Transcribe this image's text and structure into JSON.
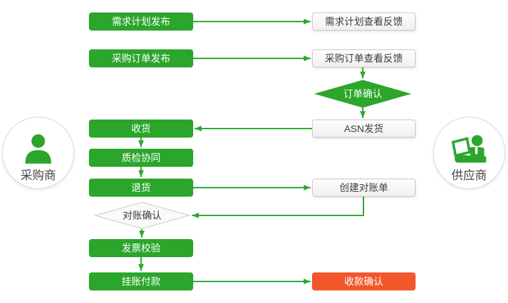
{
  "palette": {
    "green": "#2BA62B",
    "line_green": "#2FA82F",
    "orange": "#F2572C",
    "box_fill": "#F4F4F4",
    "box_border": "#C8C8C8",
    "text_dark": "#3C3C3C",
    "text_light": "#FFFFFF"
  },
  "actors": {
    "buyer": {
      "label": "采购商",
      "icon": "buyer-person-icon"
    },
    "supplier": {
      "label": "供应商",
      "icon": "supplier-person-laptop-icon"
    }
  },
  "nodes": {
    "demand_publish": {
      "label": "需求计划发布",
      "style": "green"
    },
    "demand_feedback": {
      "label": "需求计划查看反馈",
      "style": "white"
    },
    "po_publish": {
      "label": "采购订单发布",
      "style": "green"
    },
    "po_feedback": {
      "label": "采购订单查看反馈",
      "style": "white"
    },
    "order_confirm": {
      "label": "订单确认",
      "style": "green-diamond"
    },
    "receive_goods": {
      "label": "收货",
      "style": "green"
    },
    "asn_ship": {
      "label": "ASN发货",
      "style": "white"
    },
    "quality_collab": {
      "label": "质检协同",
      "style": "green"
    },
    "return_goods": {
      "label": "退货",
      "style": "green"
    },
    "create_statement": {
      "label": "创建对账单",
      "style": "white"
    },
    "statement_confirm": {
      "label": "对账确认",
      "style": "white-diamond"
    },
    "invoice_check": {
      "label": "发票校验",
      "style": "green"
    },
    "payment": {
      "label": "挂账付款",
      "style": "green"
    },
    "receipt_confirm": {
      "label": "收款确认",
      "style": "orange"
    }
  },
  "flow": [
    "需求计划发布 → 需求计划查看反馈",
    "采购订单发布 → 采购订单查看反馈",
    "采购订单查看反馈 → 订单确认",
    "订单确认 → ASN发货",
    "ASN发货 → 收货",
    "收货 → 质检协同",
    "质检协同 → 退货",
    "退货 → 创建对账单",
    "创建对账单 → 对账确认",
    "对账确认 → 发票校验",
    "发票校验 → 挂账付款",
    "挂账付款 → 收款确认"
  ]
}
